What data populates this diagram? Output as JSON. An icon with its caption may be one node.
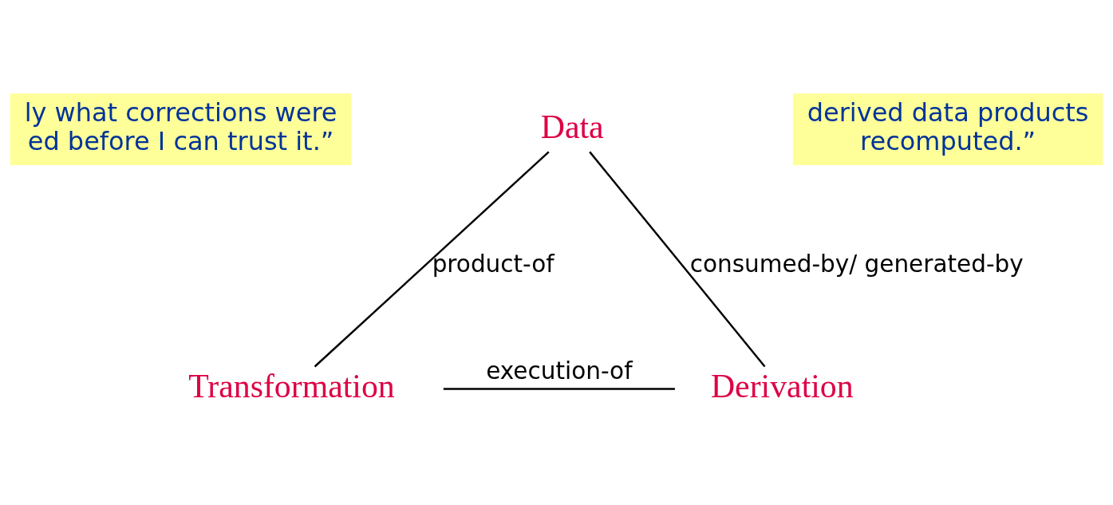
{
  "diagram": {
    "nodes": [
      {
        "text": [
          "ly what corrections were ed before I can trust it.”"
        ]
      },
      {
        "text": [
          "Data"
        ]
      },
      {
        "text": [
          "derived data products recomputed.”"
        ]
      },
      {
        "text": [
          "Transformation"
        ]
      },
      {
        "text": [
          "Derivation"
        ]
      }
    ],
    "edges": [
      {
        "from": 1,
        "to": 3,
        "arrow": "none",
        "label": "product-of"
      },
      {
        "from": 1,
        "to": 4,
        "arrow": "none",
        "label": "consumed-by/ generated-by"
      },
      {
        "from": 3,
        "to": 4,
        "arrow": "none",
        "label": "execution-of"
      }
    ]
  }
}
